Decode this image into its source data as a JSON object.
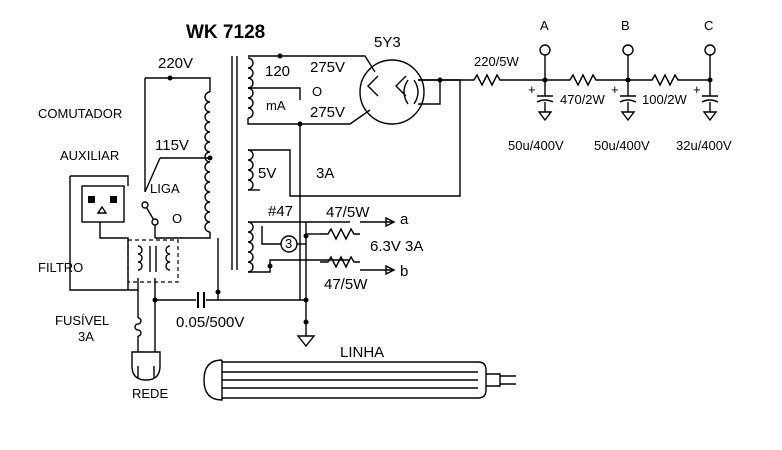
{
  "title": "WK 7128",
  "tube": "5Y3",
  "labels": {
    "v220": "220V",
    "comutador": "COMUTADOR",
    "v115": "115V",
    "auxiliar": "AUXILIAR",
    "liga": "LIGA",
    "zero_primary": "O",
    "filtro": "FILTRO",
    "fusivel": "FUSÍVEL",
    "fusivel_rating": "3A",
    "cap_line": "0.05/500V",
    "rede": "REDE",
    "linha": "LINHA",
    "sec_120": "120",
    "sec_275_top": "275V",
    "sec_o": "O",
    "sec_ma": "mA",
    "sec_275_bot": "275V",
    "sec_5v": "5V",
    "sec_3a": "3A",
    "sec_47": "#47",
    "r_a": "47/5W",
    "out_a": "a",
    "v63": "6.3V  3A",
    "out_b": "b",
    "r_b": "47/5W",
    "r_220": "220/5W",
    "r_470": "470/2W",
    "r_100": "100/2W",
    "term_a": "A",
    "term_b": "B",
    "term_c": "C",
    "c1": "50u/400V",
    "c2": "50u/400V",
    "c3": "32u/400V",
    "lamp_num": "3"
  }
}
